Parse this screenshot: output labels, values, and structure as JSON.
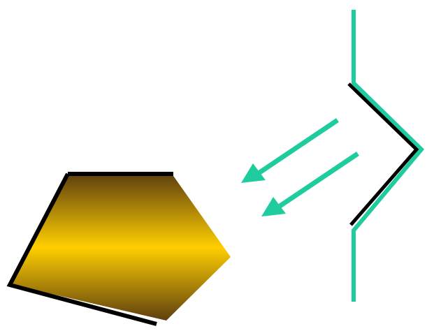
{
  "colors": {
    "background": "#ffffff",
    "outline": "#000000",
    "teal": "#1fcc9e",
    "gold_light": "#ffcf00",
    "gold_dark": "#5e3f0f"
  },
  "icons": {
    "pentagon": "gold-pentagon-shape",
    "bent_line": "teal-bent-line-with-notch",
    "arrows": "teal-arrows-pointing-left"
  }
}
